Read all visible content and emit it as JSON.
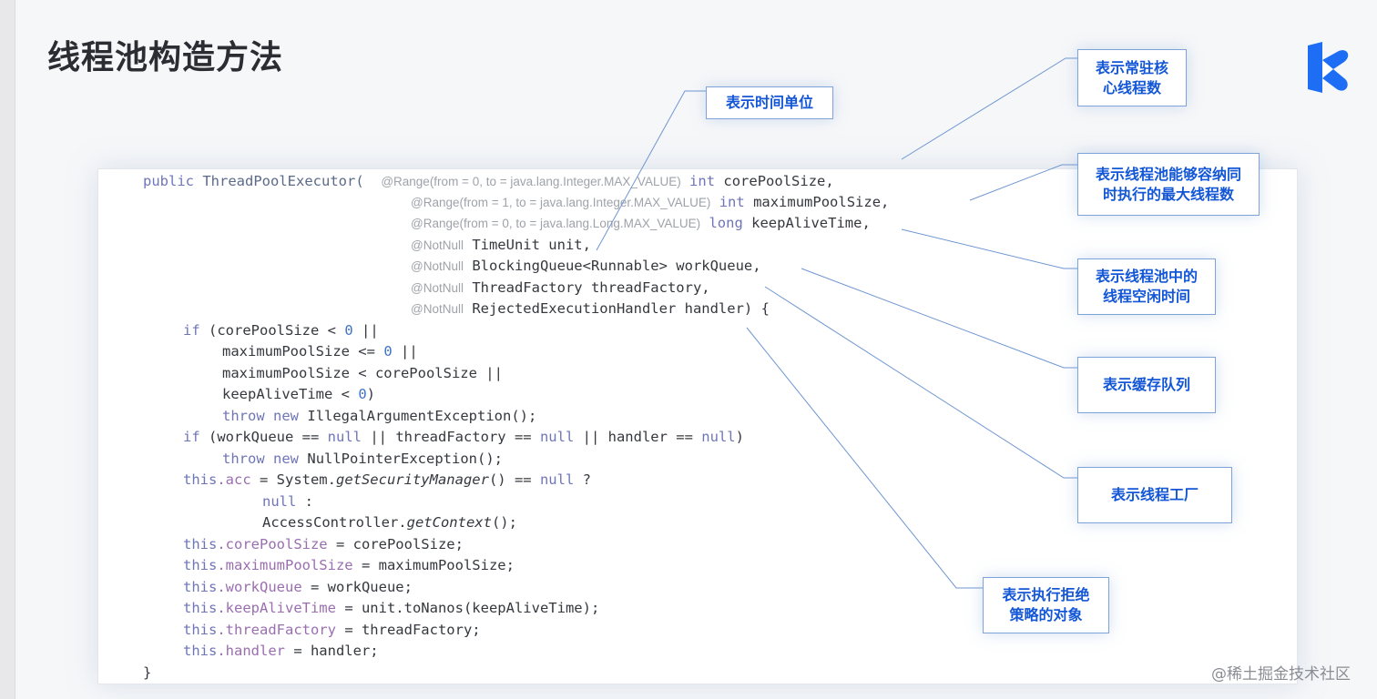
{
  "slide": {
    "title": "线程池构造方法"
  },
  "code": {
    "line1": {
      "kw": "public",
      "cls": "ThreadPoolExecutor(",
      "ann": "@Range(from = 0, to = java.lang.Integer.MAX_VALUE)",
      "type": "int",
      "param": "corePoolSize,"
    },
    "line2": {
      "ann": "@Range(from = 1, to = java.lang.Integer.MAX_VALUE)",
      "type": "int",
      "param": "maximumPoolSize,"
    },
    "line3": {
      "ann": "@Range(from = 0, to = java.lang.Long.MAX_VALUE)",
      "type": "long",
      "param": "keepAliveTime,"
    },
    "line4": {
      "ann": "@NotNull",
      "text": "TimeUnit unit,"
    },
    "line5": {
      "ann": "@NotNull",
      "text": "BlockingQueue<Runnable> workQueue,"
    },
    "line6": {
      "ann": "@NotNull",
      "text": "ThreadFactory threadFactory,"
    },
    "line7": {
      "ann": "@NotNull",
      "text": "RejectedExecutionHandler handler) {"
    },
    "line8": {
      "kw": "if",
      "a": "(corePoolSize < ",
      "num": "0",
      "b": " ||"
    },
    "line9": {
      "a": "maximumPoolSize <= ",
      "num": "0",
      "b": " ||"
    },
    "line10": {
      "a": "maximumPoolSize < corePoolSize ||"
    },
    "line11": {
      "a": "keepAliveTime < ",
      "num": "0",
      "b": ")"
    },
    "line12": {
      "kw1": "throw",
      "kw2": "new",
      "a": "IllegalArgumentException();"
    },
    "line13": {
      "kw": "if",
      "a": "(workQueue == ",
      "n1": "null",
      "b": " || threadFactory == ",
      "n2": "null",
      "c": " || handler == ",
      "n3": "null",
      "d": ")"
    },
    "line14": {
      "kw1": "throw",
      "kw2": "new",
      "a": "NullPointerException();"
    },
    "line15": {
      "kw": "this",
      "fld": ".acc",
      "a": " = System.",
      "it": "getSecurityManager",
      "b": "() == ",
      "n1": "null",
      "c": " ?"
    },
    "line16": {
      "n1": "null",
      "a": " :"
    },
    "line17": {
      "a": "AccessController.",
      "it": "getContext",
      "b": "();"
    },
    "line18": {
      "kw": "this",
      "fld": ".corePoolSize",
      "a": " = corePoolSize;"
    },
    "line19": {
      "kw": "this",
      "fld": ".maximumPoolSize",
      "a": " = maximumPoolSize;"
    },
    "line20": {
      "kw": "this",
      "fld": ".workQueue",
      "a": " = workQueue;"
    },
    "line21": {
      "kw": "this",
      "fld": ".keepAliveTime",
      "a": " = unit.toNanos(keepAliveTime);"
    },
    "line22": {
      "kw": "this",
      "fld": ".threadFactory",
      "a": " = threadFactory;"
    },
    "line23": {
      "kw": "this",
      "fld": ".handler",
      "a": " = handler;"
    },
    "line24": {
      "a": "}"
    }
  },
  "callouts": {
    "time_unit": "表示时间单位",
    "core_pool_1": "表示常驻核",
    "core_pool_2": "心线程数",
    "max_pool_1": "表示线程池能够容纳同",
    "max_pool_2": "时执行的最大线程数",
    "keep_alive_1": "表示线程池中的",
    "keep_alive_2": "线程空闲时间",
    "work_queue": "表示缓存队列",
    "thread_factory": "表示线程工厂",
    "handler_1": "表示执行拒绝",
    "handler_2": "策略的对象"
  },
  "watermark": "@稀土掘金技术社区",
  "colors": {
    "callout_text": "#1457d6",
    "callout_border": "#7ea3d8",
    "keyword": "#6f76b8"
  },
  "icons": {
    "logo": "brand-k-logo-icon"
  }
}
